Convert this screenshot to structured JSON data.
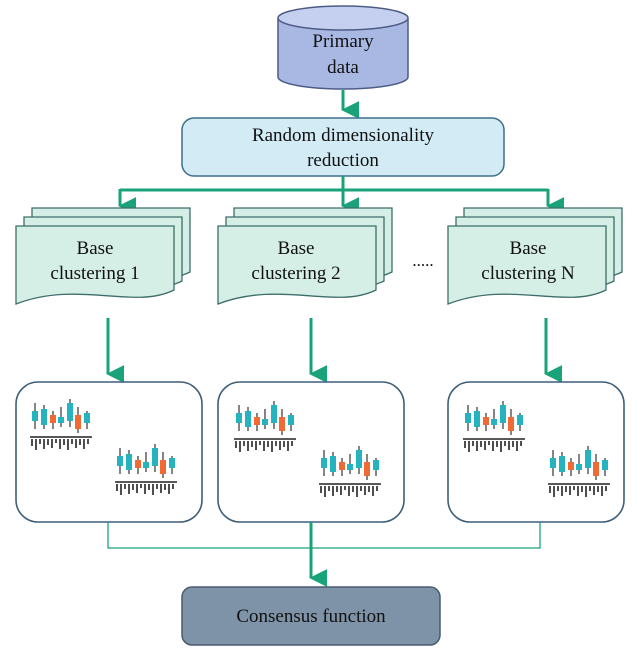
{
  "nodes": {
    "primary_data": {
      "line1": "Primary",
      "line2": "data"
    },
    "reduction": {
      "line1": "Random dimensionality",
      "line2": "reduction"
    },
    "base_1": {
      "line1": "Base",
      "line2": "clustering 1"
    },
    "base_2": {
      "line1": "Base",
      "line2": "clustering 2"
    },
    "base_n": {
      "line1": "Base",
      "line2": "clustering N"
    },
    "ellipsis": ".....",
    "consensus": "Consensus function"
  },
  "colors": {
    "arrow": "#1aa37a",
    "cylinder": "#a9b8e3",
    "reduction_box": "#d3ebf5",
    "document": "#d5eee6",
    "consensus_box": "#7f93a8",
    "candle_teal": "#25b4bf",
    "candle_orange": "#ef6a35"
  }
}
